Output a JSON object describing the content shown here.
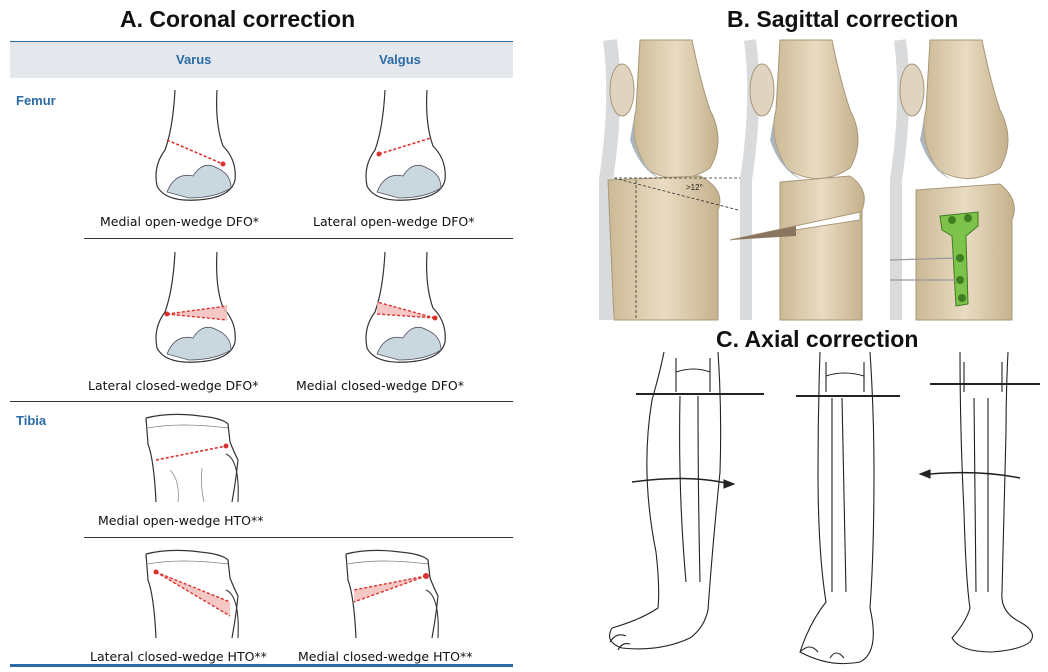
{
  "panels": {
    "a_title": "A.   Coronal correction",
    "b_title": "B. Sagittal correction",
    "c_title": "C. Axial correction"
  },
  "coronal_table": {
    "columns": [
      "Varus",
      "Valgus"
    ],
    "rows": [
      {
        "label": "Femur"
      },
      {
        "label": "Tibia"
      }
    ],
    "captions": {
      "femur_open_varus": "Medial open-wedge DFO*",
      "femur_open_valgus": "Lateral open-wedge DFO*",
      "femur_closed_varus": "Lateral closed-wedge DFO*",
      "femur_closed_valgus": "Medial closed-wedge DFO*",
      "tibia_open_varus": "Medial open-wedge HTO**",
      "tibia_closed_varus": "Lateral closed-wedge HTO**",
      "tibia_closed_valgus": "Medial closed-wedge HTO**"
    }
  },
  "sagittal": {
    "angle_label": ">12°"
  },
  "colors": {
    "header_blue": "#2a6aa6",
    "header_band": "#e4e8ec",
    "bone": "#e2d2b7",
    "cartilage": "#c9d7de",
    "plate": "#7dc24a",
    "wedge_red": "#d9322f"
  }
}
